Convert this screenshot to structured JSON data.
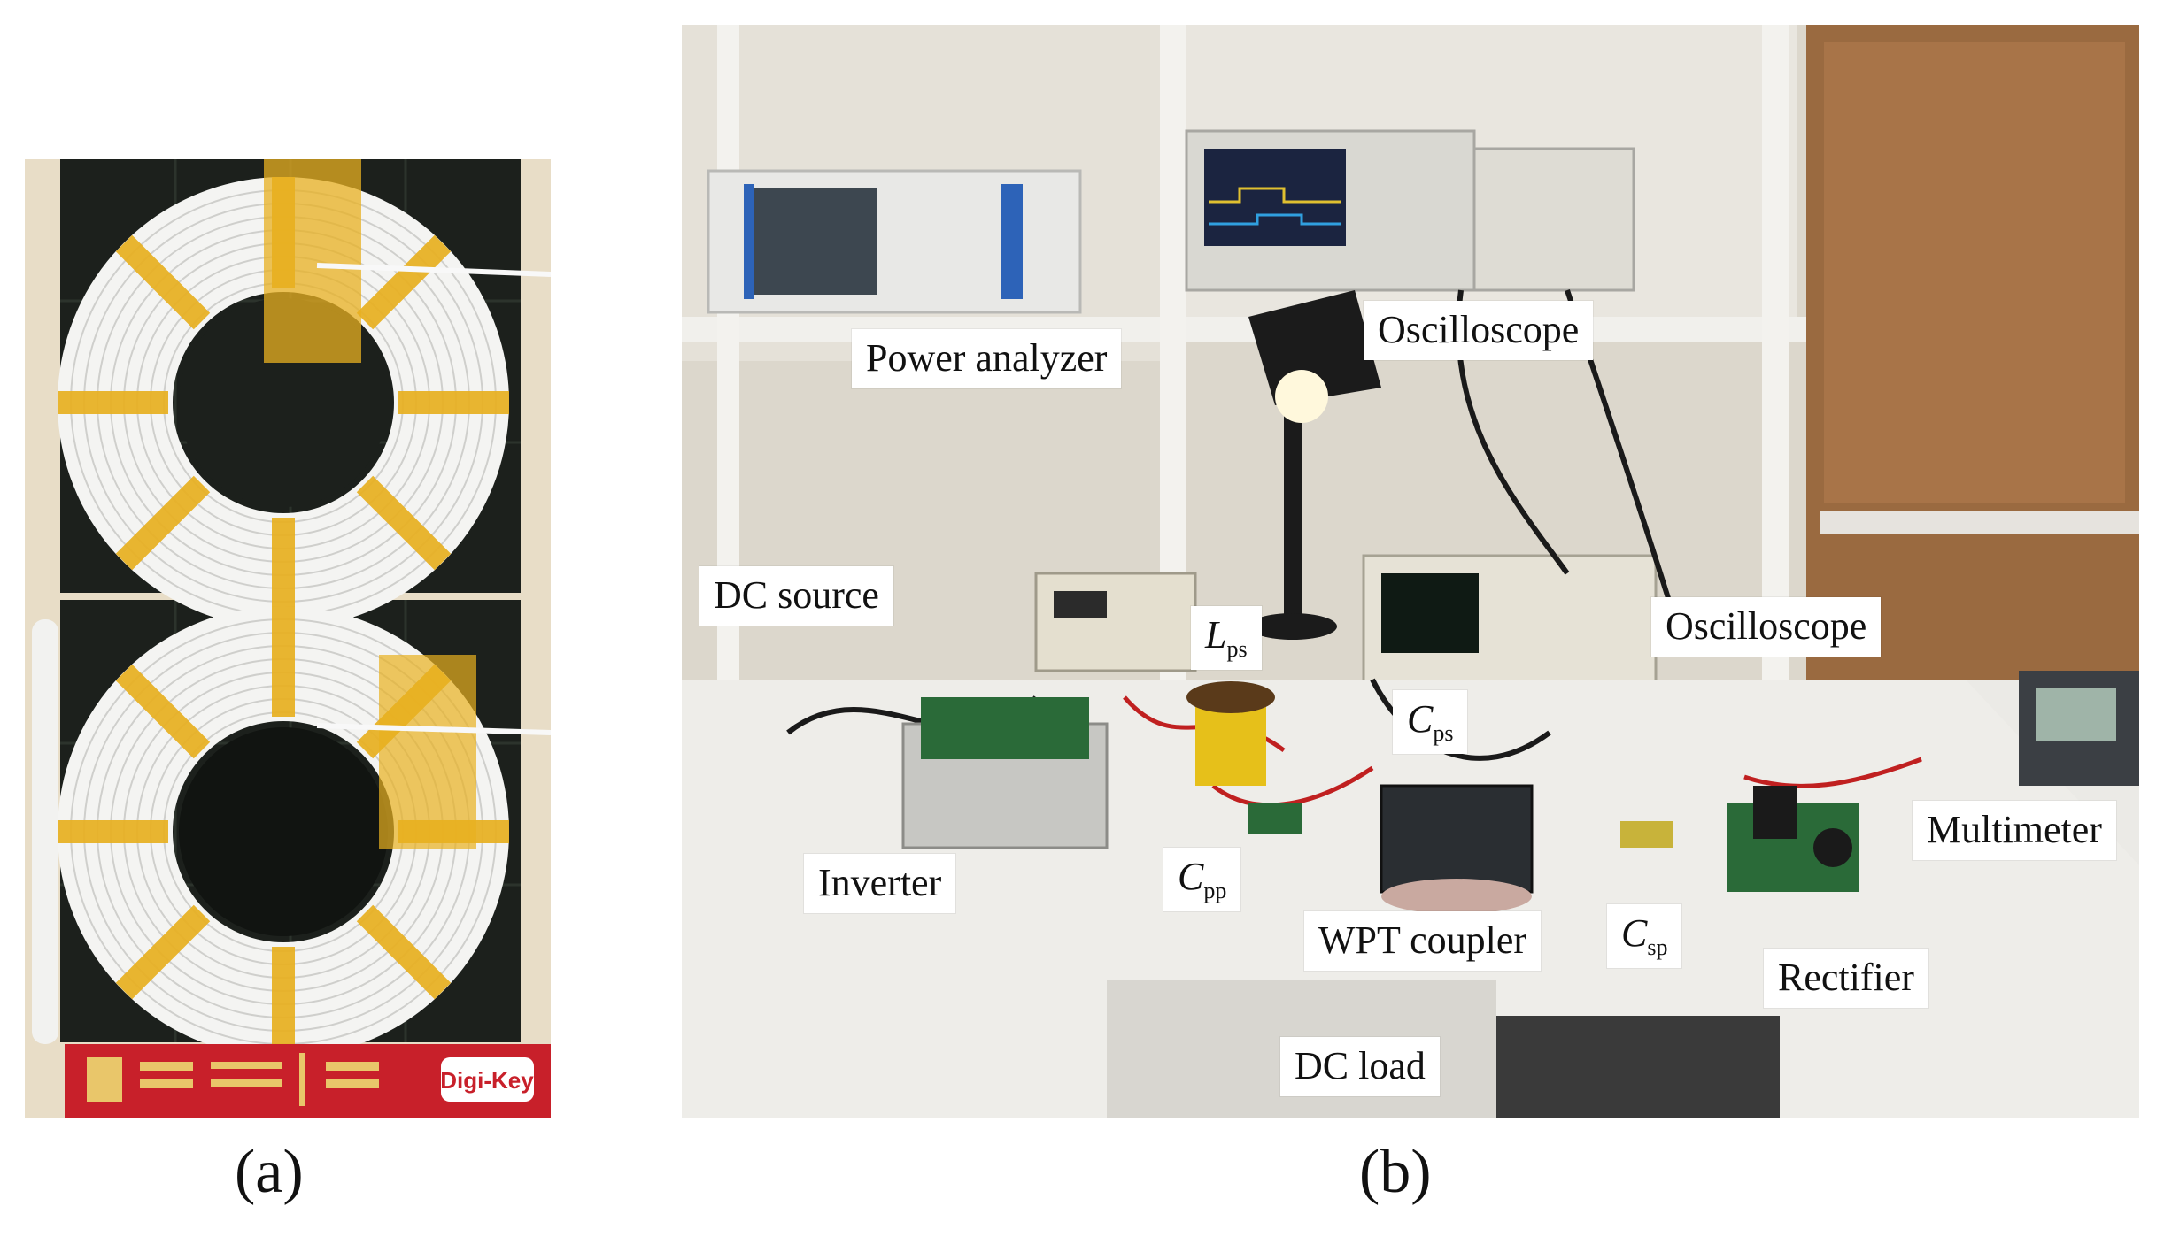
{
  "panels": {
    "a": {
      "label": "(a)",
      "ruler_text": "Digi-Key"
    },
    "b": {
      "label": "(b)",
      "callouts": {
        "power_analyzer": "Power analyzer",
        "oscilloscope_top": "Oscilloscope",
        "dc_source": "DC source",
        "lps": {
          "symbol": "L",
          "sub": "ps"
        },
        "oscilloscope_mid": "Oscilloscope",
        "cps": {
          "symbol": "C",
          "sub": "ps"
        },
        "multimeter": "Multimeter",
        "inverter": "Inverter",
        "cpp": {
          "symbol": "C",
          "sub": "pp"
        },
        "wpt_coupler": "WPT coupler",
        "csp": {
          "symbol": "C",
          "sub": "sp"
        },
        "rectifier": "Rectifier",
        "dc_load": "DC load"
      }
    }
  },
  "colors": {
    "coil_wire": "#f4f4f2",
    "kapton_tape": "#e8b020",
    "ferrite": "#1c201c",
    "pcb_ruler": "#c8202a",
    "desk": "#ebeae6"
  }
}
